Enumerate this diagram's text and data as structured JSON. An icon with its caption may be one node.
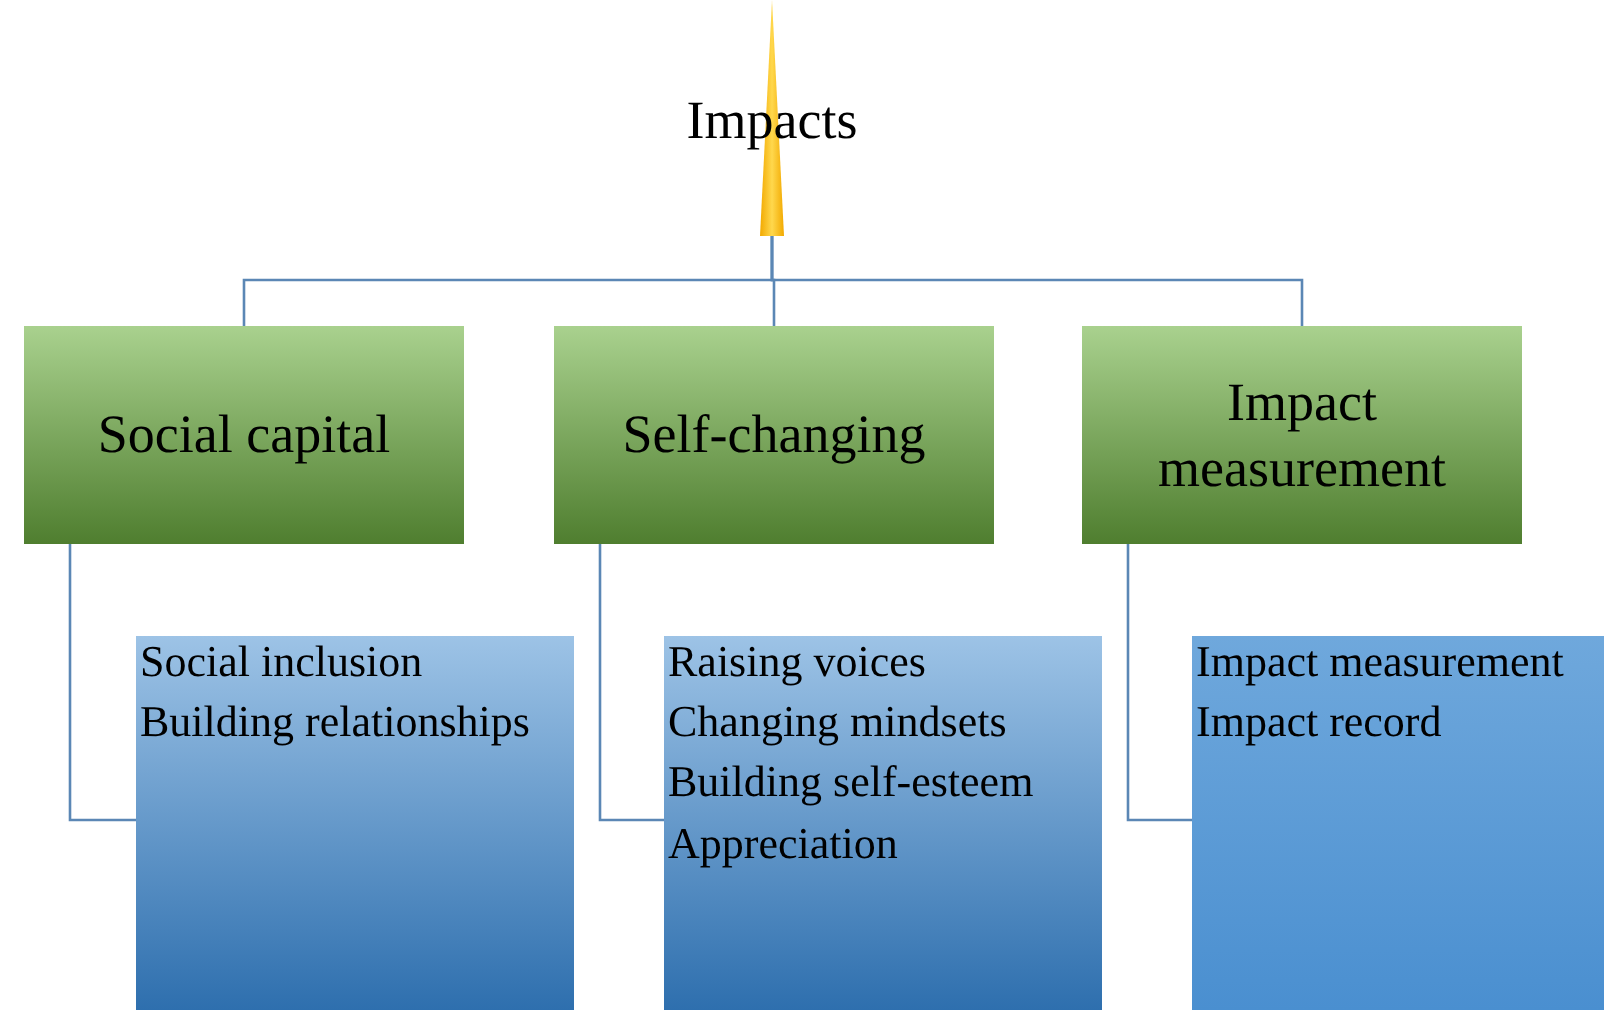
{
  "diagram": {
    "nodes": [
      {
        "text": [
          "Impacts"
        ]
      },
      {
        "text": [
          "Social capital"
        ]
      },
      {
        "text": [
          "Self-changing"
        ]
      },
      {
        "text": [
          "Impact measurement"
        ]
      },
      {
        "text": [
          "Social inclusion",
          "Building relationships"
        ]
      },
      {
        "text": [
          "Raising voices",
          "Changing mindsets",
          "Building self-esteem",
          "Appreciation"
        ]
      },
      {
        "text": [
          "Impact measurement",
          "Impact record"
        ]
      }
    ],
    "edges": [
      {
        "from": 1,
        "to": 0,
        "arrow": "none"
      },
      {
        "from": 2,
        "to": 0,
        "arrow": "none"
      },
      {
        "from": 3,
        "to": 0,
        "arrow": "none"
      },
      {
        "from": 1,
        "to": 4,
        "arrow": "none"
      },
      {
        "from": 2,
        "to": 5,
        "arrow": "none"
      },
      {
        "from": 3,
        "to": 6,
        "arrow": "none"
      }
    ]
  }
}
